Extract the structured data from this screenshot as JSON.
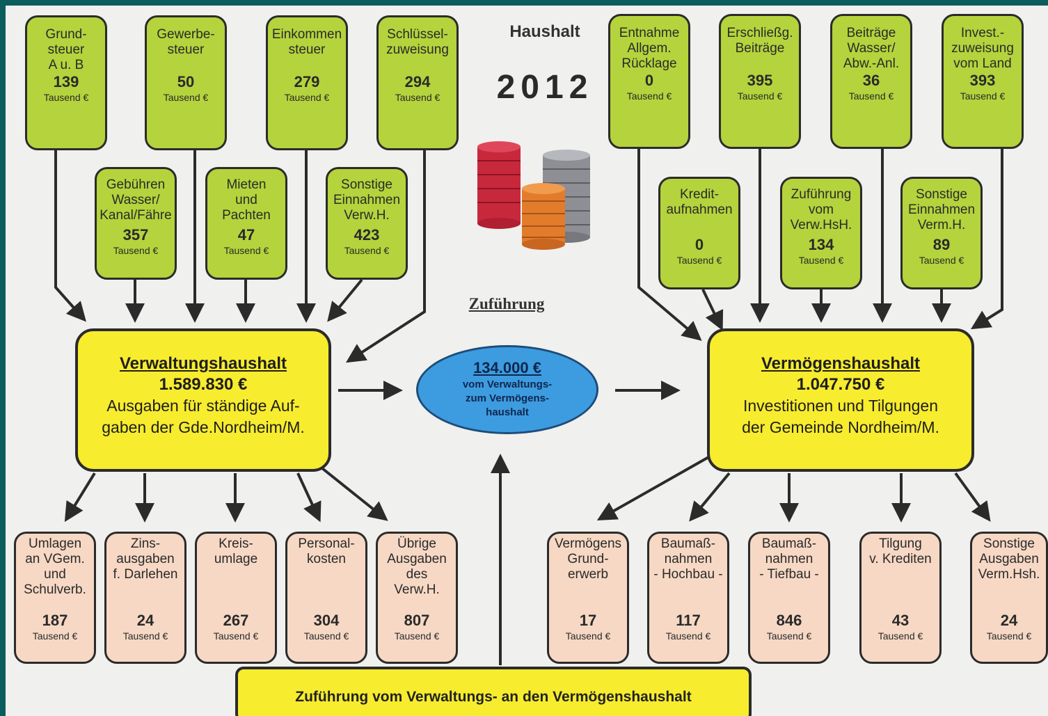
{
  "header": {
    "title": "Haushalt",
    "year": "2012"
  },
  "income_top": [
    {
      "label": "Grund-\nsteuer\nA u. B",
      "value": "139",
      "unit": "Tausend €"
    },
    {
      "label": "Gewerbe-\nsteuer",
      "value": "50",
      "unit": "Tausend €"
    },
    {
      "label": "Einkommen\nsteuer",
      "value": "279",
      "unit": "Tausend €"
    },
    {
      "label": "Schlüssel-\nzuweisung",
      "value": "294",
      "unit": "Tausend €"
    },
    {
      "label": "Entnahme\nAllgem.\nRücklage",
      "value": "0",
      "unit": "Tausend €"
    },
    {
      "label": "Erschließg.\nBeiträge",
      "value": "395",
      "unit": "Tausend €"
    },
    {
      "label": "Beiträge\nWasser/\nAbw.-Anl.",
      "value": "36",
      "unit": "Tausend €"
    },
    {
      "label": "Invest.-\nzuweisung\nvom Land",
      "value": "393",
      "unit": "Tausend €"
    }
  ],
  "income_mid": [
    {
      "label": "Gebühren\nWasser/\nKanal/Fähre",
      "value": "357",
      "unit": "Tausend €"
    },
    {
      "label": "Mieten\nund\nPachten",
      "value": "47",
      "unit": "Tausend €"
    },
    {
      "label": "Sonstige\nEinnahmen\nVerw.H.",
      "value": "423",
      "unit": "Tausend €"
    },
    {
      "label": "Kredit-\naufnahmen",
      "value": "0",
      "unit": "Tausend €"
    },
    {
      "label": "Zuführung\nvom\nVerw.HsH.",
      "value": "134",
      "unit": "Tausend €"
    },
    {
      "label": "Sonstige\nEinnahmen\nVerm.H.",
      "value": "89",
      "unit": "Tausend €"
    }
  ],
  "verwaltung": {
    "title": "Verwaltungshaushalt",
    "amount": "1.589.830 €",
    "desc": "Ausgaben für ständige Auf-\ngaben der Gde.Nordheim/M."
  },
  "vermoegen": {
    "title": "Vermögenshaushalt",
    "amount": "1.047.750 €",
    "desc": "Investitionen und Tilgungen\nder Gemeinde Nordheim/M."
  },
  "zufuehrung": {
    "heading": "Zuführung",
    "amount": "134.000 €",
    "desc": "vom Verwaltungs-\nzum Vermögens-\nhaushalt"
  },
  "expenses": [
    {
      "label": "Umlagen\nan VGem.\nund\nSchulverb.",
      "value": "187",
      "unit": "Tausend €"
    },
    {
      "label": "Zins-\nausgaben\nf. Darlehen",
      "value": "24",
      "unit": "Tausend €"
    },
    {
      "label": "Kreis-\numlage",
      "value": "267",
      "unit": "Tausend €"
    },
    {
      "label": "Personal-\nkosten",
      "value": "304",
      "unit": "Tausend €"
    },
    {
      "label": "Übrige\nAusgaben\ndes\nVerw.H.",
      "value": "807",
      "unit": "Tausend €"
    },
    {
      "label": "Vermögens\nGrund-\nerwerb",
      "value": "17",
      "unit": "Tausend €"
    },
    {
      "label": "Baumaß-\nnahmen\n- Hochbau -",
      "value": "117",
      "unit": "Tausend €"
    },
    {
      "label": "Baumaß-\nnahmen\n- Tiefbau -",
      "value": "846",
      "unit": "Tausend €"
    },
    {
      "label": "Tilgung\nv. Krediten",
      "value": "43",
      "unit": "Tausend €"
    },
    {
      "label": "Sonstige\nAusgaben\nVerm.Hsh.",
      "value": "24",
      "unit": "Tausend €"
    }
  ],
  "footer": {
    "text": "Zuführung vom Verwaltungs- an den Vermögenshaushalt"
  },
  "colors": {
    "income_box": "#b5d33c",
    "expense_box": "#f6d8c4",
    "main_box": "#f7ec2e",
    "ellipse": "#3d9ce0",
    "frame": "#0b5c5c"
  },
  "icons": {
    "coins": "coin-stacks-icon"
  }
}
